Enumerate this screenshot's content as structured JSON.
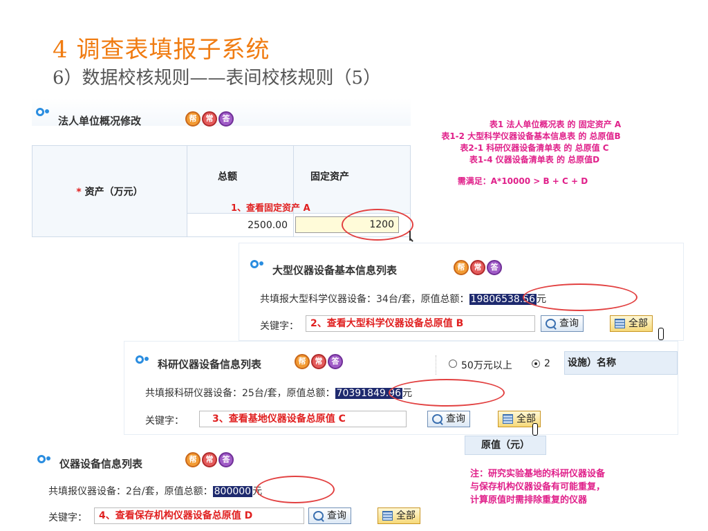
{
  "slide": {
    "title": "4 调查表填报子系统",
    "subtitle": "6）数据校核规则——表间校核规则（5）"
  },
  "panel1": {
    "title": "法人单位概况修改",
    "badges": [
      "帮",
      "常",
      "答"
    ],
    "asset_label": "资产（万元）",
    "asset_star": "*",
    "col_total": "总额",
    "col_fixed": "固定资产",
    "note": "1、查看固定资产 A",
    "total_value": "2500.00",
    "fixed_value": "1200"
  },
  "rules": {
    "line1": "表1 法人单位概况表 的 固定资产 A",
    "line2": "表1-2 大型科学仪器设备基本信息表 的 总原值B",
    "line3": "表2-1 科研仪器设备清单表 的 总原值 C",
    "line4": "表1-4 仪器设备清单表 的 总原值D",
    "condition": "需满足：A*10000 > B + C + D"
  },
  "panel2": {
    "title": "大型仪器设备基本信息列表",
    "badges": [
      "帮",
      "常",
      "答"
    ],
    "summary_prefix": "共填报大型科学仪器设备：34台/套，原值总额：",
    "value": "19806538.56",
    "unit": "元",
    "keyword_label": "关键字：",
    "note": "2、查看大型科学仪器设备总原值 B",
    "search_label": "查询",
    "all_label": "全部"
  },
  "panel3": {
    "title": "科研仪器设备信息列表",
    "badges": [
      "帮",
      "常",
      "答"
    ],
    "summary_prefix": "共填报科研仪器设备：25台/套，原值总额：",
    "value": "70391849.96",
    "unit": "元",
    "keyword_label": "关键字：",
    "note": "3、查看基地仪器设备总原值 C",
    "search_label": "查询",
    "all_label": "全部",
    "radio1": "50万元以上",
    "radio2": "2",
    "col_header": "设施）名称"
  },
  "panel4": {
    "title": "仪器设备信息列表",
    "badges": [
      "帮",
      "常",
      "答"
    ],
    "summary_prefix": "共填报仪器设备：2台/套，原值总额：",
    "value": "800000",
    "unit": "元",
    "keyword_label": "关键字：",
    "note": "4、查看保存机构仪器设备总原值 D",
    "search_label": "查询",
    "all_label": "全部",
    "col_header": "原值（元）"
  },
  "footnote": {
    "line1": "注：研究实验基地的科研仪器设备",
    "line2": "与保存机构仪器设备有可能重复，",
    "line3": "计算原值时需排除重复的仪器"
  },
  "colors": {
    "title": "#f07c12",
    "rule_text": "#e0208a",
    "note_red": "#e02020",
    "ellipse": "#e24040",
    "highlight": "#1e2a6e"
  }
}
